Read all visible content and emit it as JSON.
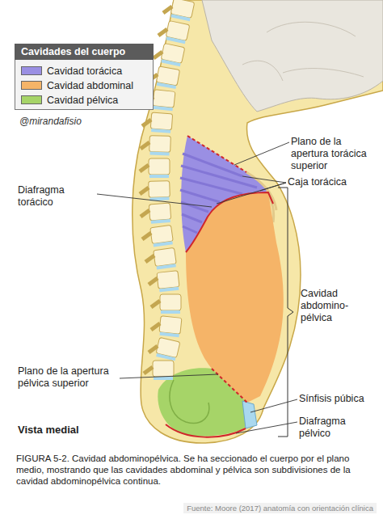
{
  "diagram": {
    "caption": "FIGURA 5-2. Cavidad abdominopélvica. Se ha seccionado el cuerpo por el plano medio, mostrando que las cavidades abdominal y pélvica son subdivisiones de la cavidad abdominopélvica continua.",
    "labels": [
      "Cavidades del cuerpo",
      "@mirandafisio",
      "Plano de la apertura torácica superior",
      "Caja torácica",
      "Diafragma torácico",
      "Cavidad abdomino-pélvica",
      "Plano de la apertura pélvica superior",
      "Sínfisis púbica",
      "Diafragma pélvico",
      "Vista medial",
      "Fuente: Moore (2017) anatomía con orientación clínica"
    ],
    "legend": [
      {
        "text": "Cavidad torácica",
        "color": "#9a8fe3"
      },
      {
        "text": "Cavidad abdominal",
        "color": "#f5b468"
      },
      {
        "text": "Cavidad pélvica",
        "color": "#a6d468"
      }
    ]
  }
}
